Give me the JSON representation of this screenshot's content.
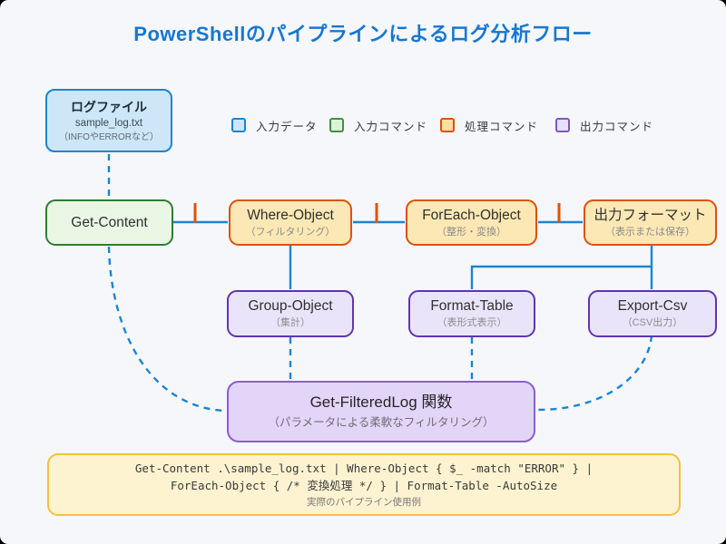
{
  "title": "PowerShellのパイプラインによるログ分析フロー",
  "colors": {
    "title": "#1677d2",
    "line": "#1b85d3",
    "pipe": "#e1500a",
    "blue-bd": "#1b85d3",
    "green-bd": "#2e7d32",
    "orange-bd": "#df500a",
    "purple-bd": "#5f35b1",
    "func-bd": "#8a5fce",
    "yellow-bd": "#f2c13e"
  },
  "log_file": {
    "title": "ログファイル",
    "filename": "sample_log.txt",
    "note": "（INFOやERRORなど）"
  },
  "legend": {
    "items": [
      {
        "label": "入力データ",
        "type": "input-data"
      },
      {
        "label": "入力コマンド",
        "type": "input-command"
      },
      {
        "label": "処理コマンド",
        "type": "process-command"
      },
      {
        "label": "出力コマンド",
        "type": "output-command"
      }
    ]
  },
  "pipeline": {
    "nodes": [
      {
        "label": "Get-Content",
        "sublabel": ""
      },
      {
        "label": "Where-Object",
        "sublabel": "（フィルタリング）"
      },
      {
        "label": "ForEach-Object",
        "sublabel": "（整形・変換）"
      },
      {
        "label": "出力フォーマット",
        "sublabel": "（表示または保存）"
      }
    ]
  },
  "output_nodes": [
    {
      "label": "Group-Object",
      "sublabel": "（集計）"
    },
    {
      "label": "Format-Table",
      "sublabel": "（表形式表示）"
    },
    {
      "label": "Export-Csv",
      "sublabel": "（CSV出力）"
    }
  ],
  "function_node": {
    "title": "Get-FilteredLog 関数",
    "subtitle": "（パラメータによる柔軟なフィルタリング）"
  },
  "example": {
    "code_line1": "Get-Content .\\sample_log.txt | Where-Object { $_ -match \"ERROR\" } |",
    "code_line2": "ForEach-Object { /* 変換処理 */ } | Format-Table -AutoSize",
    "caption": "実際のパイプライン使用例"
  }
}
